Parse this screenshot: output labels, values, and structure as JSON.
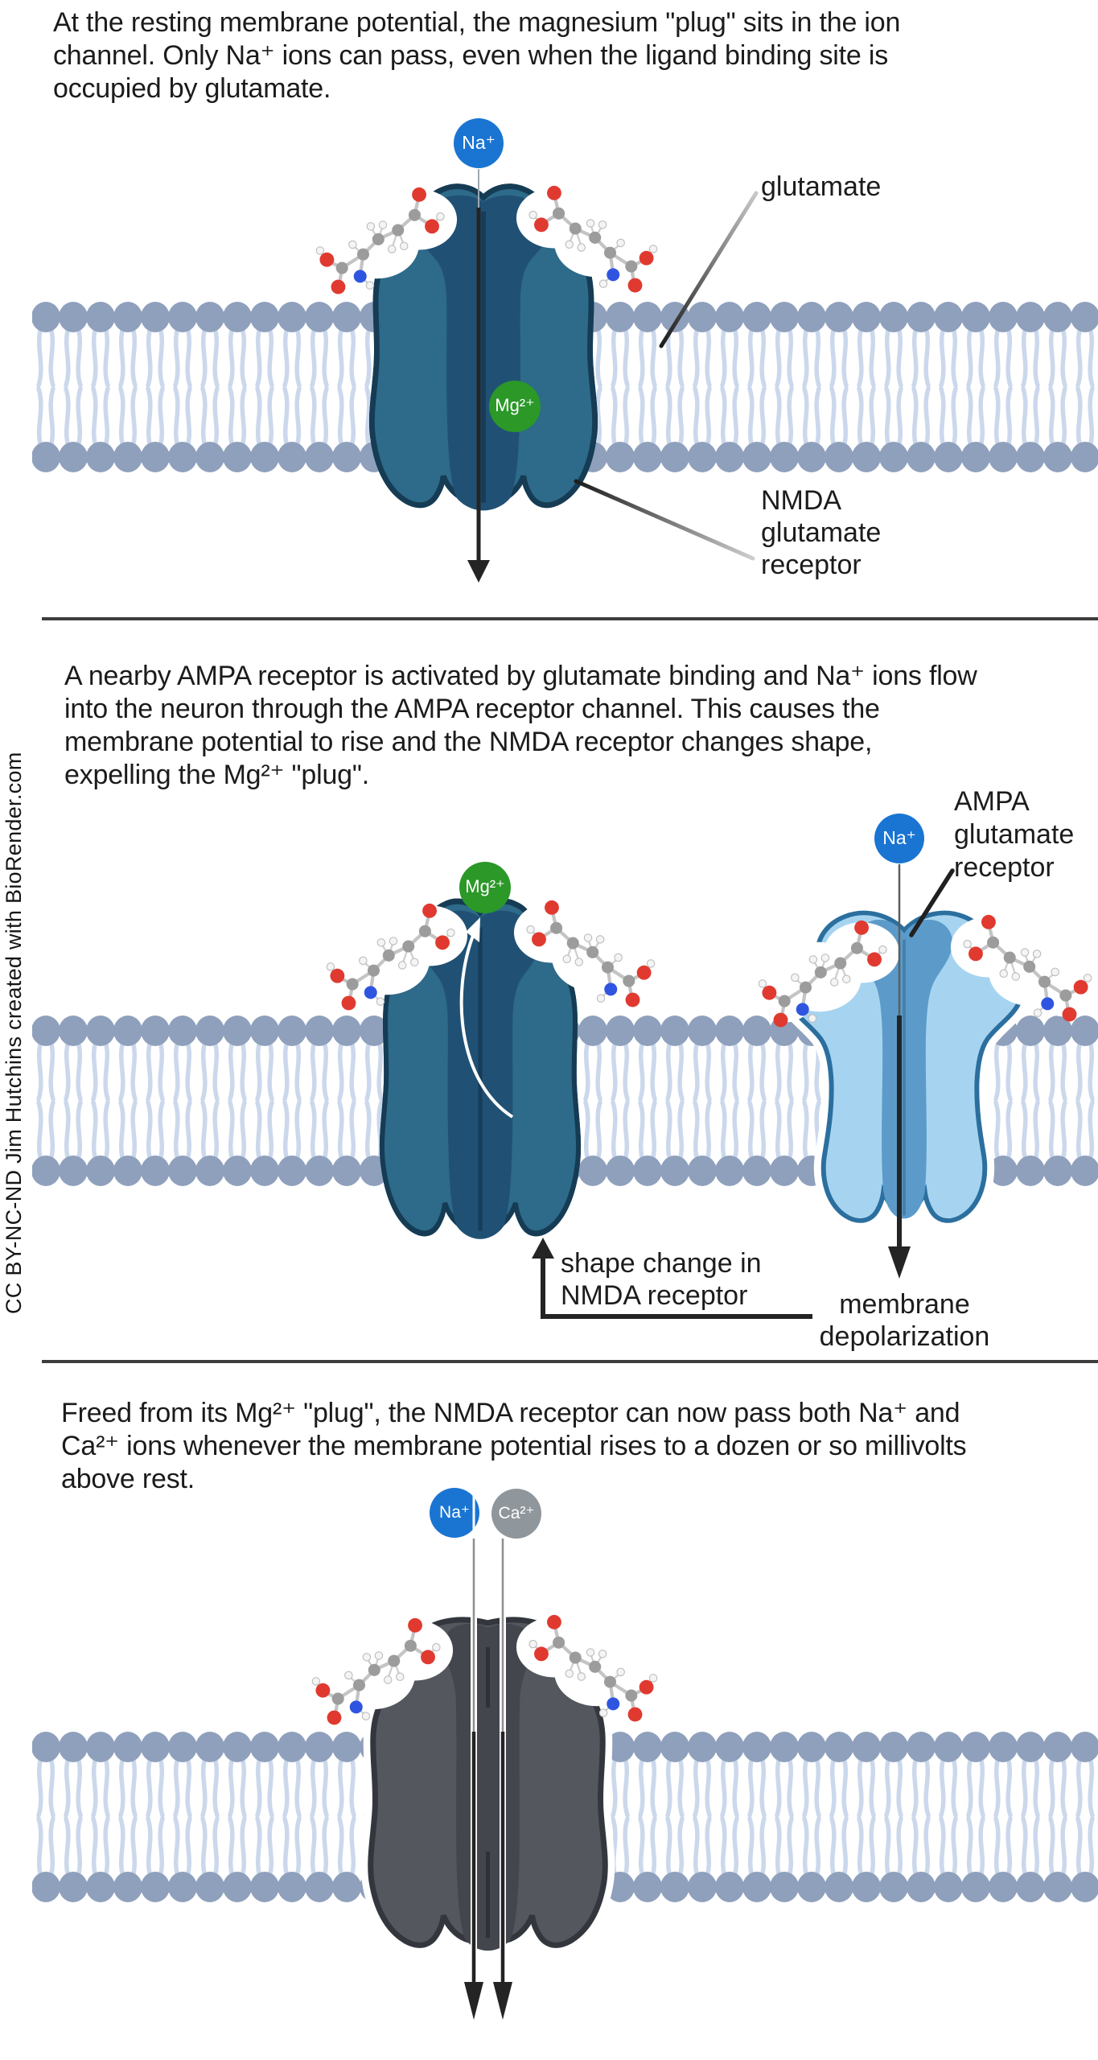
{
  "credit": "CC BY-NC-ND Jim Hutchins created with BioRender.com",
  "colors": {
    "na_ion": "#1A75D2",
    "mg_ion": "#2B9828",
    "ca_ion": "#8F969C",
    "nmda_body": "#2E6A89",
    "nmda_channel": "#205174",
    "nmda_outline": "#153C54",
    "ampa_body": "#A6D4F0",
    "ampa_channel": "#5C9BC9",
    "ampa_outline": "#2B6F9F",
    "gray_body": "#54585E",
    "gray_channel": "#43474D",
    "gray_outline": "#33373D",
    "membrane_head": "#8FA0BC",
    "membrane_tail": "#CBD8EC",
    "arrow": "#242424",
    "divider": "#3D3D3D",
    "atom_c": "#9C9C9C",
    "atom_o": "#E03A30",
    "atom_n": "#2F55E0",
    "atom_h": "#F4F4F4"
  },
  "panel1": {
    "caption_lines": [
      "At the resting membrane potential, the magnesium \"plug\" sits in the ion",
      "channel. Only Na⁺ ions can pass, even when the ligand binding site is",
      "occupied by glutamate."
    ],
    "na_label": "Na⁺",
    "mg_label": "Mg²⁺",
    "glutamate_label": "glutamate",
    "receptor_label_lines": [
      "NMDA",
      "glutamate",
      "receptor"
    ]
  },
  "panel2": {
    "caption_lines": [
      "A nearby AMPA receptor is activated by glutamate binding and Na⁺ ions flow",
      "into the neuron through the AMPA receptor channel. This causes the",
      "membrane potential to rise and the NMDA receptor changes shape,",
      "expelling the Mg²⁺ \"plug\"."
    ],
    "na_label": "Na⁺",
    "mg_label": "Mg²⁺",
    "ampa_label_lines": [
      "AMPA",
      "glutamate",
      "receptor"
    ],
    "shape_change_lines": [
      "shape change in",
      "NMDA receptor"
    ],
    "depolarization_lines": [
      "membrane",
      "depolarization"
    ]
  },
  "panel3": {
    "caption_lines": [
      "Freed from its Mg²⁺ \"plug\", the NMDA receptor can now pass both Na⁺ and",
      "Ca²⁺ ions whenever the membrane potential rises to a dozen or so millivolts",
      "above rest."
    ],
    "na_label": "Na⁺",
    "ca_label": "Ca²⁺"
  }
}
